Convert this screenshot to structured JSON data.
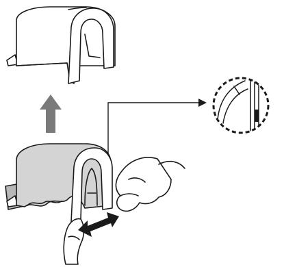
{
  "figure": {
    "panels": [
      {
        "id": "cover-part",
        "depicts": "arched-cover-with-front-opening"
      },
      {
        "id": "removal-step",
        "depicts": "hands-peeling-protective-film-from-cover"
      },
      {
        "id": "detail-callout",
        "depicts": "magnified-inner-edge-of-opening"
      }
    ],
    "indicators": [
      {
        "id": "up-arrow",
        "meaning": "lift-cover"
      },
      {
        "id": "double-arrow",
        "meaning": "pull-film-back-and-forth"
      },
      {
        "id": "callout-arrow",
        "meaning": "points-to-detail"
      }
    ]
  },
  "colors": {
    "outline": "#1a1a1a",
    "arrow_fill": "#7a7a7a",
    "film_fill": "#d4d4d4",
    "film_tab": "#b8b8b8",
    "background": "#ffffff"
  }
}
